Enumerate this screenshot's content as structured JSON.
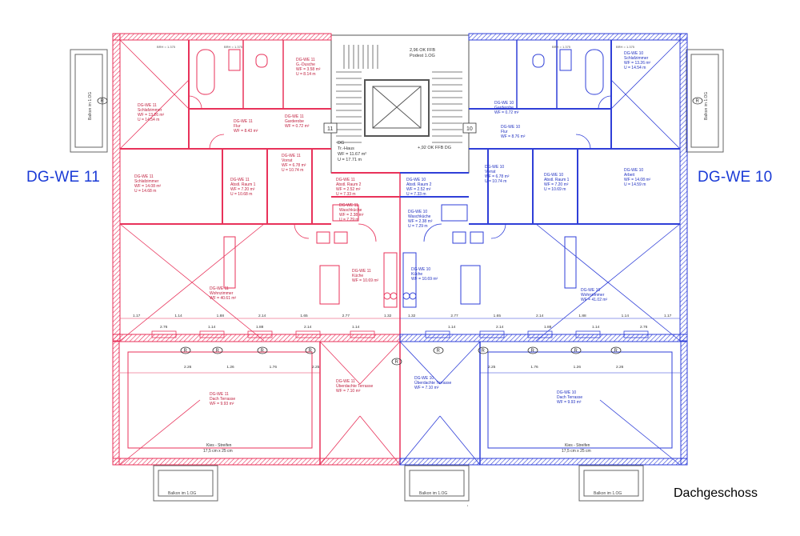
{
  "units": {
    "left": "DG-WE 11",
    "right": "DG-WE 10"
  },
  "floor_label": "Dachgeschoss",
  "colors": {
    "unit_left": "#e8325a",
    "unit_right": "#2f3fd8",
    "neutral": "#444444",
    "label": "#1a3ad6"
  },
  "stair": {
    "top_note_1": "2,96 OK FFB",
    "top_note_2": "Podest 1.OG",
    "mid_note_1": "DG",
    "mid_note_2": "Tr.-Haus",
    "mid_note_3": "WF = 11.67 m²",
    "mid_note_4": "U = 17.71 m",
    "level_note": "+,92 OK FFB DG",
    "marker_left": "11",
    "marker_right": "10"
  },
  "rooms_left": [
    {
      "name": "Schlafzimmer",
      "area": "WF = 13.26 m²",
      "perim": "U = 14.54 m"
    },
    {
      "name": "G.-Dusche",
      "area": "WF = 3.58 m²",
      "perim": "U = 8.14 m"
    },
    {
      "name": "Flur",
      "area": "WF = 8.43 m²",
      "perim": ""
    },
    {
      "name": "Garderobe",
      "area": "WF = 0.72 m²",
      "perim": ""
    },
    {
      "name": "Schlafzimmer",
      "area": "WF = 14.08 m²",
      "perim": "U = 14.68 m"
    },
    {
      "name": "Abstl. Raum 1",
      "area": "WF = 7.20 m²",
      "perim": "U = 10.68 m"
    },
    {
      "name": "Vorrat",
      "area": "WF = 6.78 m²",
      "perim": "U = 10.74 m"
    },
    {
      "name": "Abstl. Raum 2",
      "area": "WF = 2.52 m²",
      "perim": "U = 7.33 m"
    },
    {
      "name": "Waschküche",
      "area": "WF = 2.38 m²",
      "perim": "U = 7.29 m"
    },
    {
      "name": "Küche",
      "area": "WF = 10.69 m²",
      "perim": ""
    },
    {
      "name": "Wohnzimmer",
      "area": "WF = 40.61 m²",
      "perim": ""
    },
    {
      "name": "Dach Terrasse",
      "area": "WF = 9.93 m²",
      "perim": ""
    },
    {
      "name": "Überdachte Terrasse",
      "area": "WF = 7.10 m²",
      "perim": ""
    }
  ],
  "rooms_right": [
    {
      "name": "Schlafzimmer",
      "area": "WF = 13.26 m²",
      "perim": "U = 14.54 m"
    },
    {
      "name": "Garderobe",
      "area": "WF = 0.72 m²",
      "perim": ""
    },
    {
      "name": "Flur",
      "area": "WF = 8.76 m²",
      "perim": ""
    },
    {
      "name": "Vorrat",
      "area": "WF = 6.78 m²",
      "perim": "U = 10.74 m"
    },
    {
      "name": "Abstl. Raum 1",
      "area": "WF = 7.20 m²",
      "perim": "U = 10.69 m"
    },
    {
      "name": "Arbeit",
      "area": "WF = 14.08 m²",
      "perim": "U = 14.59 m"
    },
    {
      "name": "Abstl. Raum 2",
      "area": "WF = 2.52 m²",
      "perim": "U = 7.33 m"
    },
    {
      "name": "Waschküche",
      "area": "WF = 2.38 m²",
      "perim": "U = 7.29 m"
    },
    {
      "name": "Küche",
      "area": "WF = 10.69 m²",
      "perim": ""
    },
    {
      "name": "Wohnzimmer",
      "area": "WF = 41.02 m²",
      "perim": ""
    },
    {
      "name": "Dach Terrasse",
      "area": "WF = 9.93 m²",
      "perim": ""
    },
    {
      "name": "Überdachte Terrasse",
      "area": "WF = 7.10 m²",
      "perim": ""
    }
  ],
  "balcony_label": "Balkon im 1.OG",
  "kiesel_label": "Kies - Streifen",
  "kiesel_size": "17,5 cm x 25 cm",
  "dim_top_left": [
    "1.17",
    "1.14",
    "1.88",
    "2.14",
    "1.65",
    "2.77",
    "1.32"
  ],
  "dim_bottom_left": [
    "2.76",
    "1.14",
    "1.88",
    "2.14",
    "1.14"
  ],
  "dim_top_right": [
    "1.32",
    "2.77",
    "1.65",
    "2.14",
    "1.88",
    "1.14",
    "1.17"
  ],
  "dim_bottom_right": [
    "1.14",
    "2.14",
    "1.88",
    "1.14",
    "2.76"
  ],
  "terrace_dims_left": [
    "2.26",
    "1.26",
    "1.76",
    "2.25"
  ],
  "terrace_dims_right": [
    "2.25",
    "1.76",
    "1.26",
    "2.26"
  ],
  "r_marker": "R",
  "bath_label": "BRH = 1.375"
}
